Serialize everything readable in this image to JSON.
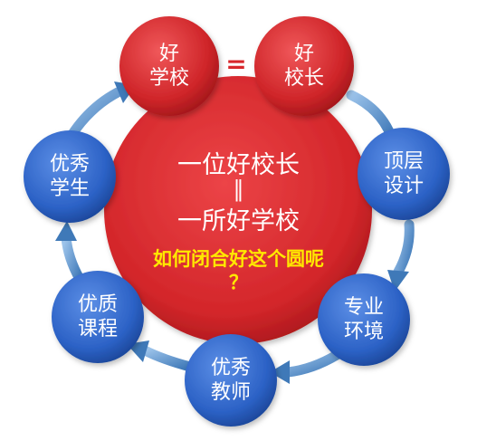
{
  "top_left_node": {
    "text": "好\n学校"
  },
  "top_right_node": {
    "text": "好\n校长"
  },
  "equals_sign": "=",
  "center": {
    "line1": "一位好校长",
    "equals": "‖",
    "line2": "一所好学校",
    "question_line1": "如何闭合好这个圆呢",
    "question_line2": "？"
  },
  "cycle_nodes": {
    "top_design": "顶层\n设计",
    "environment": "专业\n环境",
    "teachers": "优秀\n教师",
    "courses": "优质\n课程",
    "students": "优秀\n学生"
  },
  "colors": {
    "red_node": "#d42b2f",
    "blue_node": "#2d64c8",
    "center_circle": "#d62b2e",
    "arrow": "#6a9ccf",
    "question_text": "#ffe800"
  }
}
